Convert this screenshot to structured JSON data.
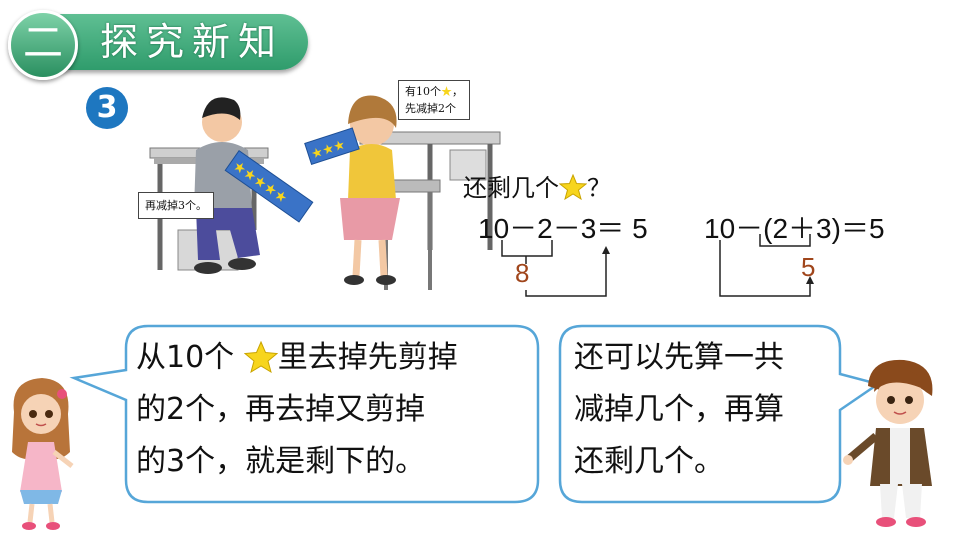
{
  "header": {
    "number": "二",
    "title": "探究新知"
  },
  "example": {
    "number": "3"
  },
  "illustration": {
    "girl_note_line1_pre": "有10个",
    "girl_note_line1_post": "，",
    "girl_note_line2": "先减掉2个",
    "boy_note": "再减掉3个。"
  },
  "question": {
    "pre": "还剩几个",
    "post": "？"
  },
  "equation1": {
    "text": "10－2－3＝ 5",
    "partial_result": "8"
  },
  "equation2": {
    "text": "10－(2＋3)＝5",
    "partial_result": "5"
  },
  "left_bubble": {
    "line1_pre": "从10个 ",
    "line1_post": "里去掉先剪掉",
    "line2": "的2个，再去掉又剪掉",
    "line3": "的3个，就是剩下的。"
  },
  "right_bubble": {
    "line1": "还可以先算一共",
    "line2": "减掉几个，再算",
    "line3": "还剩几个。"
  },
  "colors": {
    "star": "#f7d51d",
    "bubble_border": "#56a6d8",
    "header_green": "#3aa674",
    "badge_blue": "#1e77c0",
    "result_brown": "#a0461c"
  }
}
